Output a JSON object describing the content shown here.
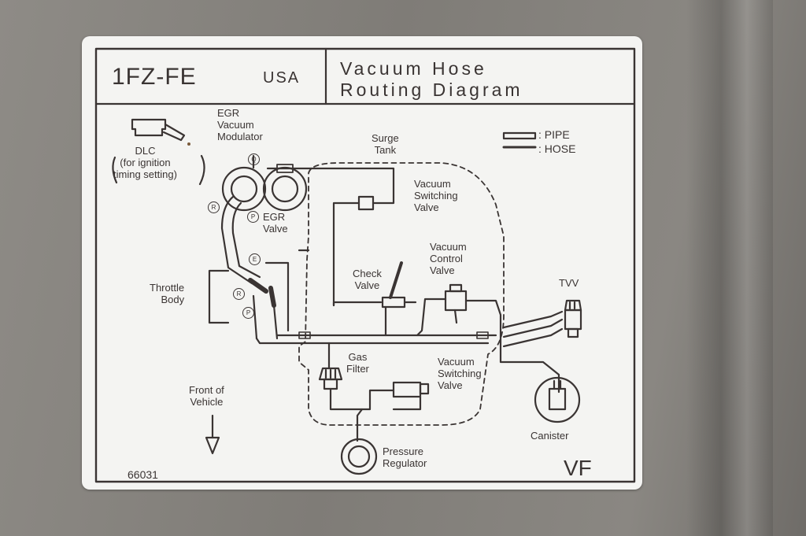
{
  "header": {
    "engine": "1FZ-FE",
    "region": "USA",
    "title_line1": "Vacuum Hose",
    "title_line2": "Routing Diagram"
  },
  "legend": {
    "pipe": ": PIPE",
    "hose": ": HOSE"
  },
  "labels": {
    "dlc": "DLC\n(for ignition\ntiming setting)",
    "egr_vacuum_modulator": "EGR\nVacuum\nModulator",
    "egr_valve": "EGR\nValve",
    "surge_tank": "Surge\nTank",
    "vsv_upper": "Vacuum\nSwitching\nValve",
    "vacuum_control_valve": "Vacuum\nControl\nValve",
    "check_valve": "Check\nValve",
    "throttle_body": "Throttle\nBody",
    "tvv": "TVV",
    "gas_filter": "Gas\nFilter",
    "vsv_lower": "Vacuum\nSwitching\nValve",
    "front_of_vehicle": "Front of\nVehicle",
    "canister": "Canister",
    "pressure_regulator": "Pressure\nRegulator",
    "part_number": "66031",
    "vf": "VF"
  },
  "port_markers": {
    "q": "Q",
    "r_upper": "R",
    "p_upper": "P",
    "e": "E",
    "r_lower": "R",
    "p_lower": "P"
  },
  "colors": {
    "ink": "#3a3433",
    "sticker": "#f4f4f2",
    "panel": "#86837e"
  }
}
